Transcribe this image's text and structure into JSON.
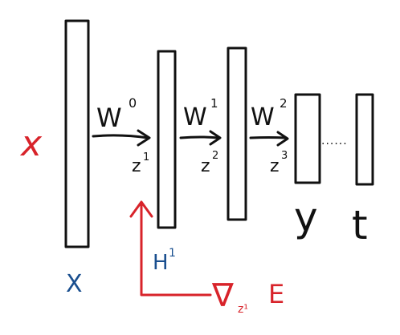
{
  "colors": {
    "ink": "#111111",
    "red": "#d8232a",
    "blue": "#1a4f8f"
  },
  "labels": {
    "input_symbol": "x",
    "input_label": "X",
    "hidden_label_main": "H",
    "hidden_label_sup": "1",
    "output_y": "y",
    "output_t": "t",
    "dots": "......",
    "grad_main": "∇",
    "grad_sub": "z¹",
    "grad_E": "E"
  },
  "weights": [
    {
      "main": "W",
      "sup": "0"
    },
    {
      "main": "W",
      "sup": "1"
    },
    {
      "main": "W",
      "sup": "2"
    }
  ],
  "preactivations": [
    {
      "main": "z",
      "sup": "1"
    },
    {
      "main": "z",
      "sup": "2"
    },
    {
      "main": "z",
      "sup": "3"
    }
  ]
}
